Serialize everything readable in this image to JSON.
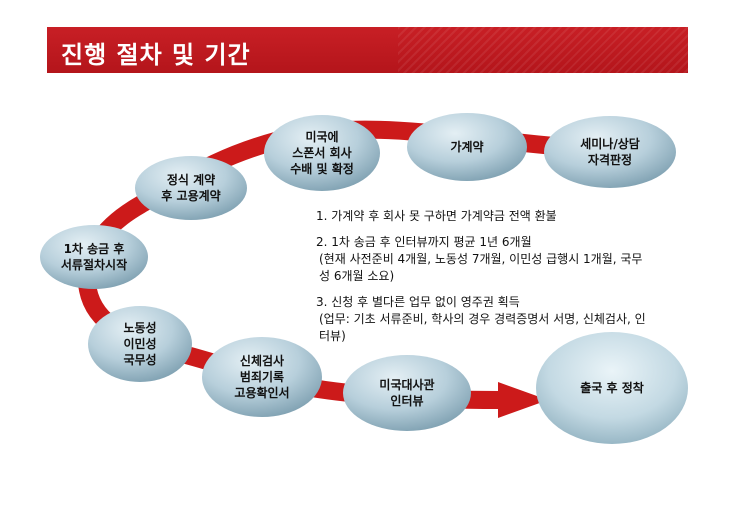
{
  "header": {
    "title": "진행 절차 및 기간"
  },
  "colors": {
    "header": "#c0191f",
    "arrow": "#cc1a1a",
    "node_light": "#c9dde6",
    "node_dark": "#7d9fb0"
  },
  "steps": [
    {
      "id": "step-1",
      "label": "1차 송금 후\n서류절차시작"
    },
    {
      "id": "step-2",
      "label": "정식 계약\n후 고용계약"
    },
    {
      "id": "step-3",
      "label": "미국에\n스폰서 회사\n수배 및 확정"
    },
    {
      "id": "step-4",
      "label": "가계약"
    },
    {
      "id": "step-5",
      "label": "세미나/상담\n자격판정"
    },
    {
      "id": "step-6",
      "label": "노동성\n이민성\n국무성"
    },
    {
      "id": "step-7",
      "label": "신체검사\n범죄기록\n고용확인서"
    },
    {
      "id": "step-8",
      "label": "미국대사관\n인터뷰"
    },
    {
      "id": "step-9",
      "label": "출국 후 정착"
    }
  ],
  "notes": [
    {
      "main": "1.   가계약 후 회사 못 구하면 가계약금 전액 환불",
      "detail": ""
    },
    {
      "main": "2.   1차 송금 후 인터뷰까지 평균 1년 6개월",
      "detail": "(현재 사전준비 4개월, 노동성 7개월, 이민성 급행시 1개월, 국무성 6개월 소요)"
    },
    {
      "main": "3.   신청 후 별다른 업무 없이 영주권 획득",
      "detail": "(업무: 기초 서류준비, 학사의 경우 경력증명서 서명, 신체검사, 인터뷰)"
    }
  ]
}
